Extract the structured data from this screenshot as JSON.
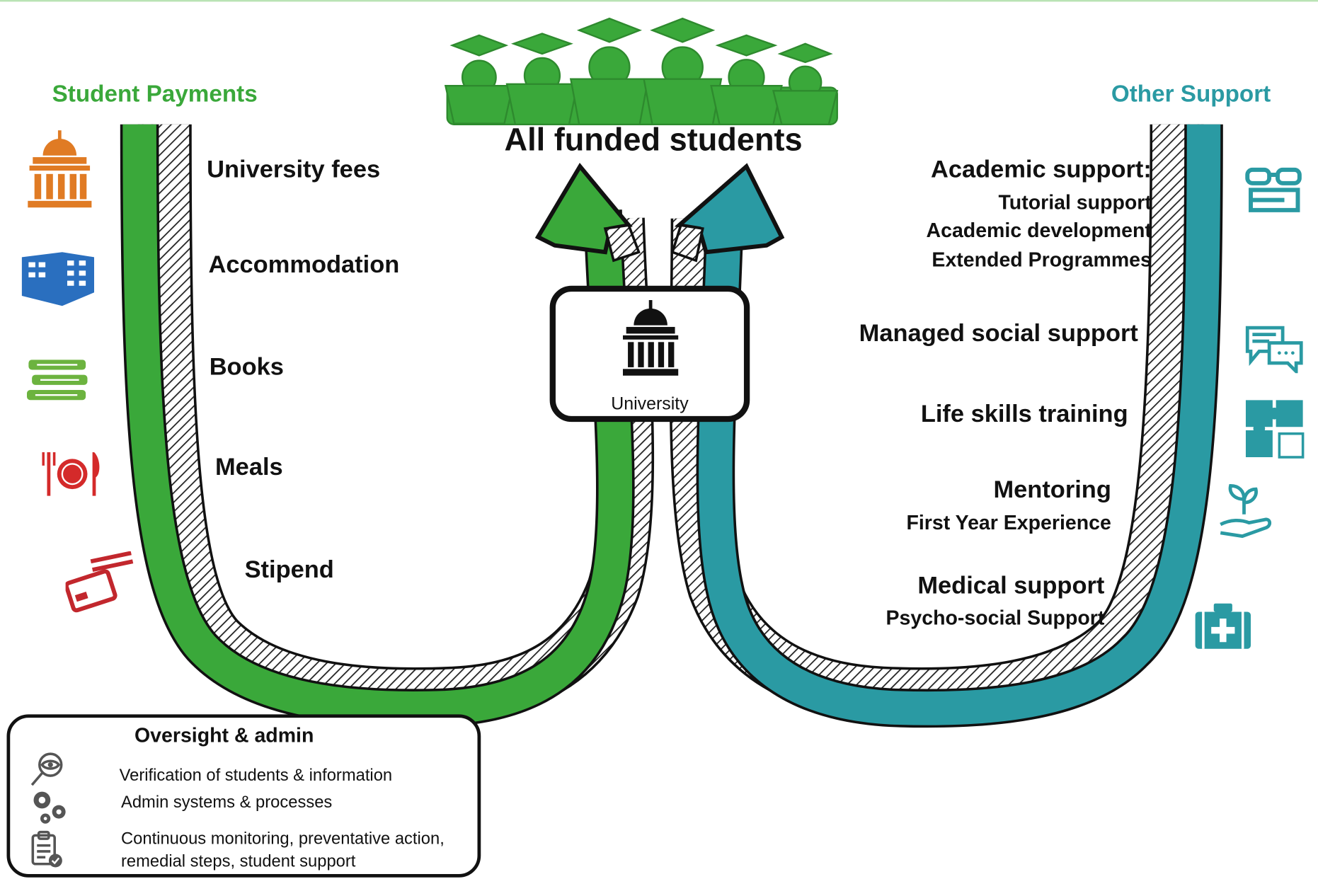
{
  "title": "All funded students",
  "left_heading": "Student Payments",
  "right_heading": "Other Support",
  "colors": {
    "green": "#3aa83a",
    "teal": "#2a9aa3",
    "dark": "#111111"
  },
  "left_items": [
    {
      "label": "University fees",
      "icon": "university-building-icon",
      "icon_color": "#e07b24"
    },
    {
      "label": "Accommodation",
      "icon": "residence-building-icon",
      "icon_color": "#2a6fbf"
    },
    {
      "label": "Books",
      "icon": "books-icon",
      "icon_color": "#6cb33f"
    },
    {
      "label": "Meals",
      "icon": "meal-plate-icon",
      "icon_color": "#d42a2a"
    },
    {
      "label": "Stipend",
      "icon": "credit-cards-icon",
      "icon_color": "#c2272d"
    }
  ],
  "right_items": [
    {
      "label": "Academic support:",
      "sub": [
        "Tutorial support",
        "Academic development",
        "Extended Programmes"
      ],
      "icon": "glasses-book-icon"
    },
    {
      "label": "Managed social support",
      "icon": "chat-bubbles-icon"
    },
    {
      "label": "Life skills training",
      "icon": "puzzle-icon"
    },
    {
      "label": "Mentoring",
      "sub": [
        "First Year Experience"
      ],
      "icon": "seedling-hand-icon"
    },
    {
      "label": "Medical support",
      "sub": [
        "Psycho-social Support"
      ],
      "icon": "first-aid-kit-icon"
    }
  ],
  "university": {
    "label": "University",
    "icon": "university-icon"
  },
  "oversight": {
    "title": "Oversight & admin",
    "lines": [
      {
        "text": "Verification of students & information",
        "icon": "magnifier-eye-icon"
      },
      {
        "text": "Admin systems & processes",
        "icon": "gears-icon"
      },
      {
        "text": "Continuous monitoring, preventative action,",
        "icon": "clipboard-check-icon"
      },
      {
        "text": "remedial steps, student support"
      }
    ]
  }
}
